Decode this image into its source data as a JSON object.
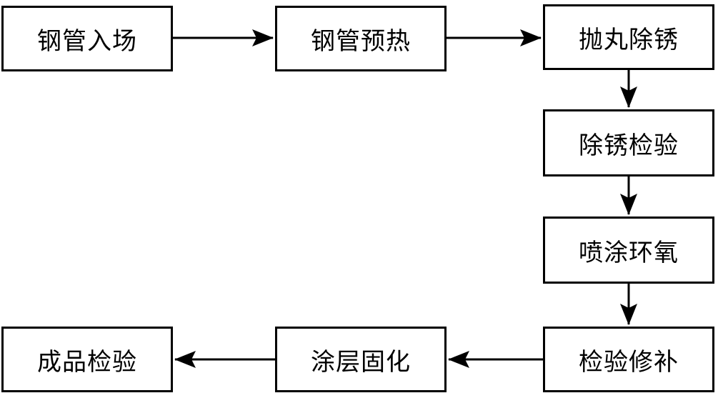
{
  "diagram": {
    "type": "flowchart",
    "colors": {
      "background": "#ffffff",
      "node_fill": "#ffffff",
      "node_border": "#000000",
      "arrow": "#000000",
      "text": "#000000"
    },
    "nodes": [
      {
        "id": "steel-pipe-entry",
        "label": "钢管入场"
      },
      {
        "id": "pipe-preheat",
        "label": "钢管预热"
      },
      {
        "id": "shot-blast-derust",
        "label": "抛丸除锈"
      },
      {
        "id": "derust-inspection",
        "label": "除锈检验"
      },
      {
        "id": "epoxy-spray",
        "label": "喷涂环氧"
      },
      {
        "id": "inspection-repair",
        "label": "检验修补"
      },
      {
        "id": "coating-cure",
        "label": "涂层固化"
      },
      {
        "id": "finished-inspection",
        "label": "成品检验"
      }
    ],
    "edges": [
      {
        "from": "钢管入场",
        "to": "钢管预热",
        "direction": "right"
      },
      {
        "from": "钢管预热",
        "to": "抛丸除锈",
        "direction": "right"
      },
      {
        "from": "抛丸除锈",
        "to": "除锈检验",
        "direction": "down"
      },
      {
        "from": "除锈检验",
        "to": "喷涂环氧",
        "direction": "down"
      },
      {
        "from": "喷涂环氧",
        "to": "检验修补",
        "direction": "down"
      },
      {
        "from": "检验修补",
        "to": "涂层固化",
        "direction": "left"
      },
      {
        "from": "涂层固化",
        "to": "成品检验",
        "direction": "left"
      }
    ]
  }
}
